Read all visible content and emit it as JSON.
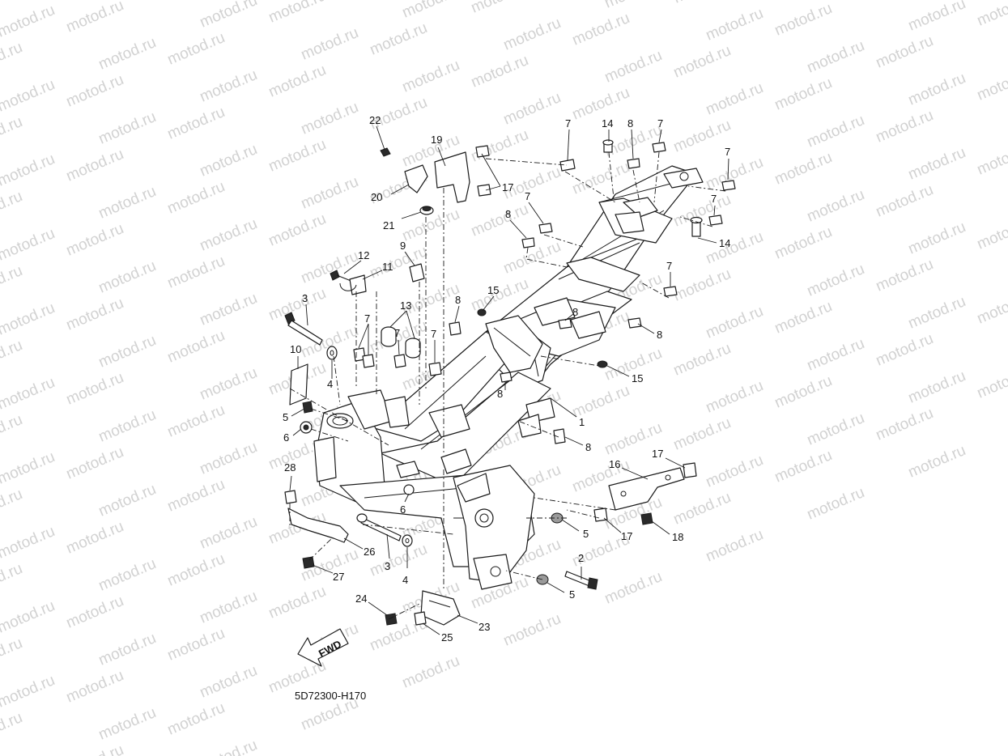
{
  "watermark": "motod.ru",
  "diagram_code": "5D72300-H170",
  "fwd_label": "FWD",
  "callouts": [
    {
      "n": "22"
    },
    {
      "n": "19"
    },
    {
      "n": "20"
    },
    {
      "n": "17"
    },
    {
      "n": "21"
    },
    {
      "n": "7"
    },
    {
      "n": "14"
    },
    {
      "n": "8"
    },
    {
      "n": "7"
    },
    {
      "n": "7"
    },
    {
      "n": "7"
    },
    {
      "n": "7"
    },
    {
      "n": "14"
    },
    {
      "n": "7"
    },
    {
      "n": "8"
    },
    {
      "n": "12"
    },
    {
      "n": "11"
    },
    {
      "n": "9"
    },
    {
      "n": "3"
    },
    {
      "n": "13"
    },
    {
      "n": "7"
    },
    {
      "n": "7"
    },
    {
      "n": "7"
    },
    {
      "n": "8"
    },
    {
      "n": "15"
    },
    {
      "n": "8"
    },
    {
      "n": "8"
    },
    {
      "n": "15"
    },
    {
      "n": "8"
    },
    {
      "n": "10"
    },
    {
      "n": "4"
    },
    {
      "n": "5"
    },
    {
      "n": "6"
    },
    {
      "n": "1"
    },
    {
      "n": "8"
    },
    {
      "n": "17"
    },
    {
      "n": "16"
    },
    {
      "n": "28"
    },
    {
      "n": "6"
    },
    {
      "n": "5"
    },
    {
      "n": "17"
    },
    {
      "n": "18"
    },
    {
      "n": "26"
    },
    {
      "n": "3"
    },
    {
      "n": "4"
    },
    {
      "n": "2"
    },
    {
      "n": "27"
    },
    {
      "n": "5"
    },
    {
      "n": "24"
    },
    {
      "n": "23"
    },
    {
      "n": "25"
    }
  ]
}
